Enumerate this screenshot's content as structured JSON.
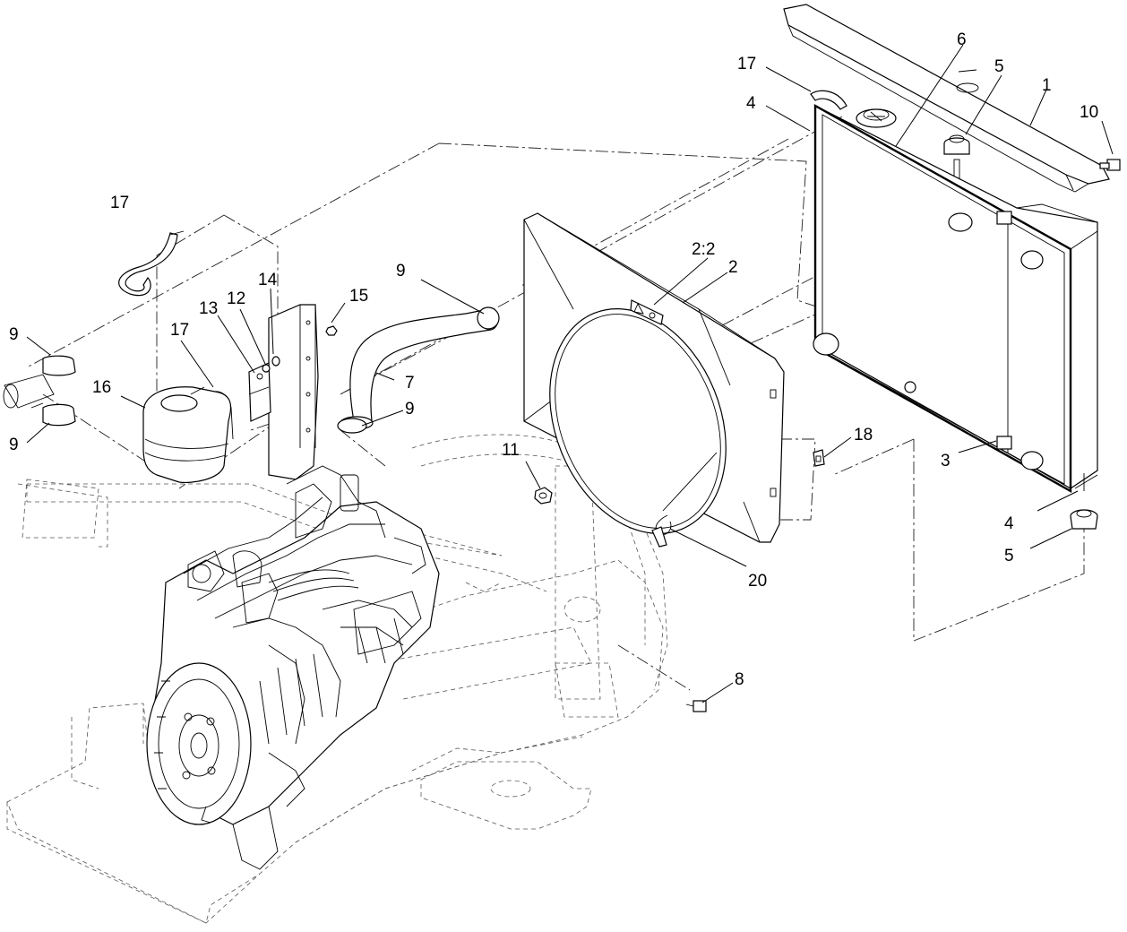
{
  "callouts": [
    {
      "id": "c17a",
      "label": "17"
    },
    {
      "id": "c6",
      "label": "6"
    },
    {
      "id": "c5a",
      "label": "5"
    },
    {
      "id": "c1",
      "label": "1"
    },
    {
      "id": "c10",
      "label": "10"
    },
    {
      "id": "c4a",
      "label": "4"
    },
    {
      "id": "c17b",
      "label": "17"
    },
    {
      "id": "c2_2",
      "label": "2:2"
    },
    {
      "id": "c2",
      "label": "2"
    },
    {
      "id": "c9a",
      "label": "9"
    },
    {
      "id": "c14",
      "label": "14"
    },
    {
      "id": "c12",
      "label": "12"
    },
    {
      "id": "c15",
      "label": "15"
    },
    {
      "id": "c13",
      "label": "13"
    },
    {
      "id": "c9b",
      "label": "9"
    },
    {
      "id": "c17c",
      "label": "17"
    },
    {
      "id": "c7",
      "label": "7"
    },
    {
      "id": "c16",
      "label": "16"
    },
    {
      "id": "c9c",
      "label": "9"
    },
    {
      "id": "c9d",
      "label": "9"
    },
    {
      "id": "c18",
      "label": "18"
    },
    {
      "id": "c11",
      "label": "11"
    },
    {
      "id": "c3",
      "label": "3"
    },
    {
      "id": "c20",
      "label": "20"
    },
    {
      "id": "c4b",
      "label": "4"
    },
    {
      "id": "c5b",
      "label": "5"
    },
    {
      "id": "c8",
      "label": "8"
    }
  ]
}
